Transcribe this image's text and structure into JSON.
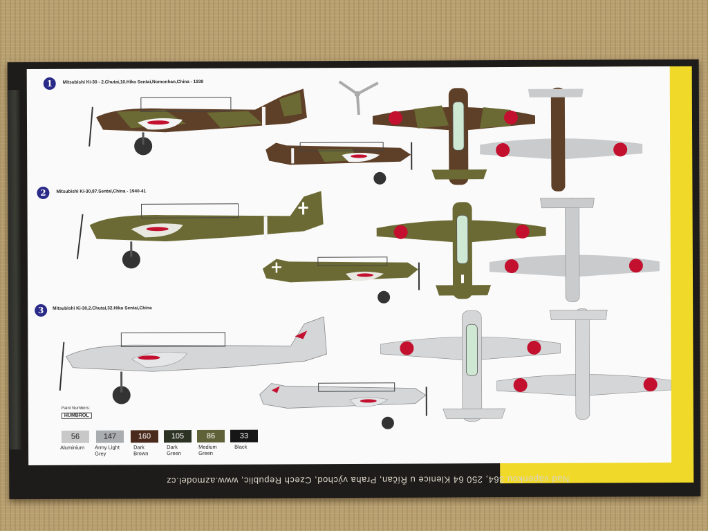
{
  "profiles": [
    {
      "number": "1",
      "caption": "Mitsubishi Ki-30 - 2.Chutai,10.Hiko Sentai,Nomonhan,China - 1939"
    },
    {
      "number": "2",
      "caption": "Mitsubishi Ki-30,87.Sental,China - 1940-41"
    },
    {
      "number": "3",
      "caption": "Mitsubishi Ki-30,2.Chutai,32.Hiko Sentai,China"
    }
  ],
  "paint": {
    "label": "Paint Numbers:",
    "brand": "HUMBROL",
    "swatches": [
      {
        "code": "56",
        "name": "Aluminium",
        "color": "#c8c8c8",
        "text": "#222222"
      },
      {
        "code": "147",
        "name": "Army Light Grey",
        "color": "#a9adb0",
        "text": "#222222"
      },
      {
        "code": "160",
        "name": "Dark Brown",
        "color": "#4a2a1c",
        "text": "#ffffff"
      },
      {
        "code": "105",
        "name": "Dark Green",
        "color": "#2c3324",
        "text": "#ffffff"
      },
      {
        "code": "86",
        "name": "Medium Green",
        "color": "#5f6238",
        "text": "#ffffff"
      },
      {
        "code": "33",
        "name": "Black",
        "color": "#161616",
        "text": "#ffffff"
      }
    ]
  },
  "box_text": "Nad vápenkou 364, 250 64 Klenice u Říčan, Praha východ, Czech Republic, www.azmodel.cz",
  "colors": {
    "olive": "#6b6a34",
    "brown": "#5e3f27",
    "grey": "#c9cbcd",
    "hinomaru": "#c2102e",
    "yellow": "#f1d92a"
  }
}
